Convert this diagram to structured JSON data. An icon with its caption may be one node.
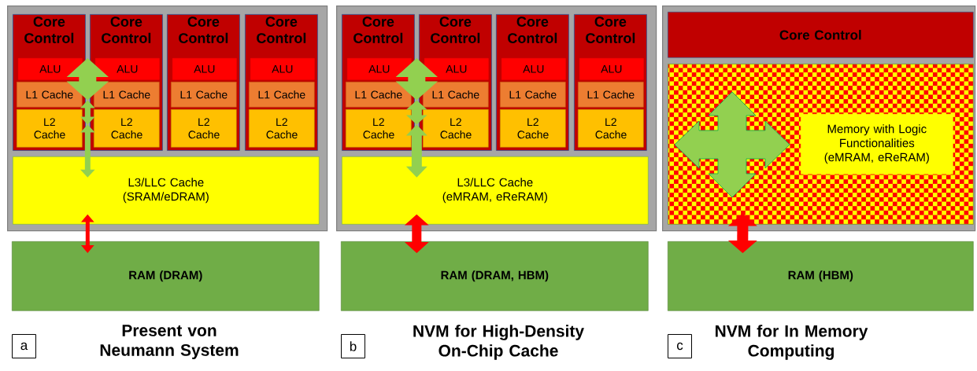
{
  "diagram": {
    "nodes": [
      {
        "text": [],
        "shape": "box"
      },
      {
        "text": [
          "Core Control"
        ],
        "in": 0
      },
      {
        "text": [
          "ALU"
        ],
        "in": 1
      },
      {
        "text": [
          "L1 Cache"
        ],
        "in": 1
      },
      {
        "text": [
          "L2 Cache"
        ],
        "in": 1
      },
      {
        "text": [
          "Core Control"
        ],
        "in": 0
      },
      {
        "text": [
          "ALU"
        ],
        "in": 5
      },
      {
        "text": [
          "L1 Cache"
        ],
        "in": 5
      },
      {
        "text": [
          "L2 Cache"
        ],
        "in": 5
      },
      {
        "text": [
          "Core Control"
        ],
        "in": 0
      },
      {
        "text": [
          "ALU"
        ],
        "in": 9
      },
      {
        "text": [
          "L1 Cache"
        ],
        "in": 9
      },
      {
        "text": [
          "L2 Cache"
        ],
        "in": 9
      },
      {
        "text": [
          "Core Control"
        ],
        "in": 0
      },
      {
        "text": [
          "ALU"
        ],
        "in": 13
      },
      {
        "text": [
          "L1 Cache"
        ],
        "in": 13
      },
      {
        "text": [
          "L2 Cache"
        ],
        "in": 13
      },
      {
        "text": [
          "L3/LLC Cache (SRAM/eDRAM)"
        ],
        "in": 0
      },
      {
        "text": [
          "RAM (DRAM)"
        ]
      },
      {
        "text": [
          "a"
        ]
      },
      {
        "text": [],
        "shape": "box"
      },
      {
        "text": [
          "Core Control"
        ],
        "in": 20
      },
      {
        "text": [
          "ALU"
        ],
        "in": 21
      },
      {
        "text": [
          "L1 Cache"
        ],
        "in": 21
      },
      {
        "text": [
          "L2 Cache"
        ],
        "in": 21
      },
      {
        "text": [
          "Core Control"
        ],
        "in": 20
      },
      {
        "text": [
          "ALU"
        ],
        "in": 25
      },
      {
        "text": [
          "L1 Cache"
        ],
        "in": 25
      },
      {
        "text": [
          "L2 Cache"
        ],
        "in": 25
      },
      {
        "text": [
          "Core Control"
        ],
        "in": 20
      },
      {
        "text": [
          "ALU"
        ],
        "in": 29
      },
      {
        "text": [
          "L1 Cache"
        ],
        "in": 29
      },
      {
        "text": [
          "L2 Cache"
        ],
        "in": 29
      },
      {
        "text": [
          "Core Control"
        ],
        "in": 20
      },
      {
        "text": [
          "ALU"
        ],
        "in": 33
      },
      {
        "text": [
          "L1 Cache"
        ],
        "in": 33
      },
      {
        "text": [
          "L2 Cache"
        ],
        "in": 33
      },
      {
        "text": [
          "L3/LLC Cache (eMRAM, eReRAM)"
        ],
        "in": 20
      },
      {
        "text": [
          "RAM (DRAM, HBM)"
        ]
      },
      {
        "text": [
          "b"
        ]
      },
      {
        "text": [],
        "shape": "box"
      },
      {
        "text": [
          "Core Control"
        ],
        "in": 40
      },
      {
        "text": [],
        "shape": "box",
        "in": 40
      },
      {
        "text": [
          "Memory with Logic Functionalities (eMRAM, eReRAM)"
        ],
        "in": 42
      },
      {
        "text": [
          "RAM (HBM)"
        ]
      },
      {
        "text": [
          "c"
        ]
      }
    ],
    "labels": [
      "Present von Neumann System",
      "NVM for High-Density On-Chip Cache",
      "NVM for In Memory Computing"
    ],
    "edges": [
      {
        "from": 2,
        "to": 3,
        "arrow": "both",
        "color": "#92d050"
      },
      {
        "from": 3,
        "to": 4,
        "arrow": "both",
        "color": "#92d050"
      },
      {
        "from": 4,
        "to": 17,
        "arrow": "both",
        "color": "#92d050"
      },
      {
        "from": 17,
        "to": 18,
        "arrow": "both",
        "color": "#ff0000"
      },
      {
        "from": 22,
        "to": 23,
        "arrow": "both",
        "color": "#92d050"
      },
      {
        "from": 23,
        "to": 24,
        "arrow": "both",
        "color": "#92d050"
      },
      {
        "from": 24,
        "to": 37,
        "arrow": "both",
        "color": "#92d050"
      },
      {
        "from": 37,
        "to": 38,
        "arrow": "both",
        "color": "#ff0000"
      },
      {
        "from": 42,
        "to": 44,
        "arrow": "both",
        "color": "#ff0000"
      }
    ]
  }
}
